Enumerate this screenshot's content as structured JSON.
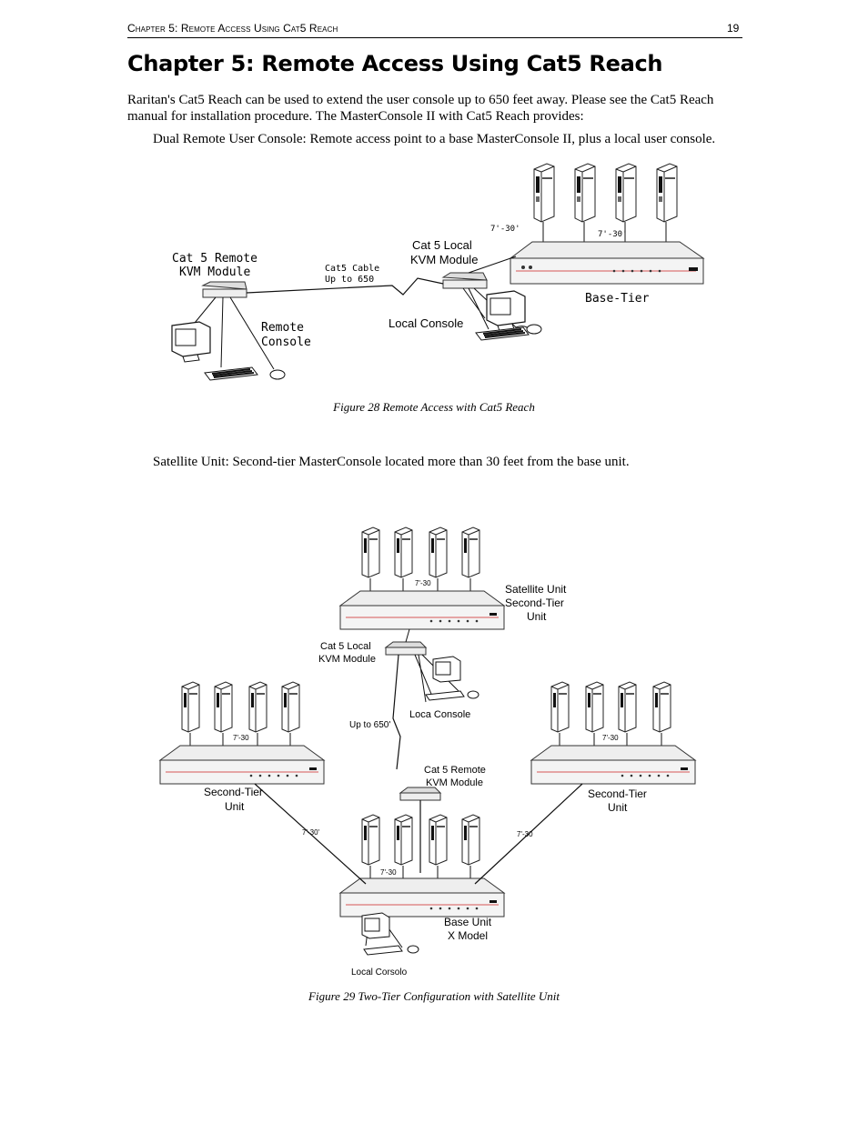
{
  "header": {
    "running_head": "Chapter 5: Remote Access Using Cat5 Reach",
    "page_number": "19"
  },
  "title": "Chapter 5: Remote Access Using Cat5 Reach",
  "intro": "Raritan's Cat5 Reach can be used to extend the user console up to 650 feet away. Please see the Cat5 Reach manual for installation procedure. The MasterConsole II with Cat5 Reach provides:",
  "bullet1": "Dual Remote User Console: Remote access point to a base MasterConsole II, plus a local user console.",
  "bullet2": "Satellite Unit: Second-tier MasterConsole located more than 30 feet from the base unit.",
  "figure28": {
    "caption": "Figure 28 Remote Access with Cat5 Reach",
    "labels": {
      "remote_module_1": "Cat 5 Remote",
      "remote_module_2": "KVM Module",
      "cable_1": "Cat5 Cable",
      "cable_2": "Up to 650",
      "local_module_1": "Cat 5 Local",
      "local_module_2": "KVM Module",
      "local_console": "Local Console",
      "remote_console_1": "Remote",
      "remote_console_2": "Console",
      "base_tier": "Base-Tier",
      "dist_a": "7'-30'",
      "dist_b": "7'-30'"
    }
  },
  "figure29": {
    "caption": "Figure 29 Two-Tier Configuration with Satellite Unit",
    "labels": {
      "satellite_1": "Satellite Unit",
      "satellite_2": "Second-Tier",
      "satellite_3": "Unit",
      "local_module_1": "Cat 5 Local",
      "local_module_2": "KVM Module",
      "local_console_top": "Loca Console",
      "up_to": "Up to 650'",
      "remote_module_1": "Cat 5 Remote",
      "remote_module_2": "KVM Module",
      "second_tier_left_1": "Second-Tier",
      "second_tier_left_2": "Unit",
      "second_tier_right_1": "Second-Tier",
      "second_tier_right_2": "Unit",
      "base_unit_1": "Base Unit",
      "base_unit_2": "X Model",
      "local_console_bottom": "Local Corsolo",
      "dist_top": "7'-30",
      "dist_left": "7'-30'",
      "dist_left_unit": "7'-30",
      "dist_right_unit": "7'-30",
      "dist_right": "7'-30",
      "dist_base": "7'-30"
    }
  }
}
